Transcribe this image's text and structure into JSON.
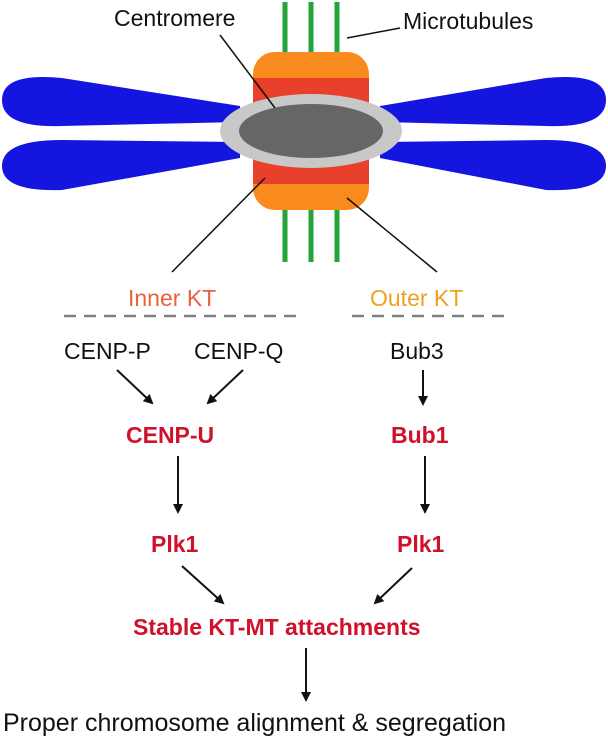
{
  "colors": {
    "chromatid": "#1515e0",
    "centromere_ring": "#c8c8c8",
    "centromere_core": "#666666",
    "kinetochore_outer": "#f98a1e",
    "kinetochore_inner": "#e8402a",
    "microtubule": "#22a63a",
    "inner_label": "#e8623a",
    "outer_label": "#f0a020",
    "emphasis_red": "#d0112b"
  },
  "labels": {
    "centromere": "Centromere",
    "microtubules": "Microtubules"
  },
  "regions": {
    "inner": "Inner KT",
    "outer": "Outer KT"
  },
  "pathway_inner": {
    "input_a": "CENP-P",
    "input_b": "CENP-Q",
    "step1": "CENP-U",
    "step2": "Plk1"
  },
  "pathway_outer": {
    "input": "Bub3",
    "step1": "Bub1",
    "step2": "Plk1"
  },
  "convergence": "Stable KT-MT attachments",
  "outcome": "Proper chromosome alignment & segregation"
}
